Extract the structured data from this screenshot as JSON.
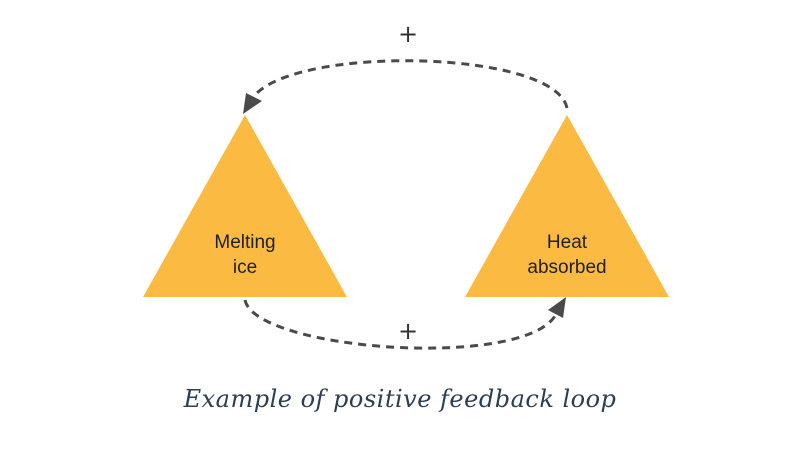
{
  "diagram": {
    "nodes": [
      {
        "line1": "Melting",
        "line2": "ice"
      },
      {
        "line1": "Heat",
        "line2": "absorbed"
      }
    ],
    "links": [
      {
        "polarity": "+"
      },
      {
        "polarity": "+"
      }
    ],
    "caption": "Example of positive feedback loop",
    "colors": {
      "node_fill": "#fbba42",
      "arrow": "#4a4a4a",
      "caption": "#2d3e50"
    }
  }
}
